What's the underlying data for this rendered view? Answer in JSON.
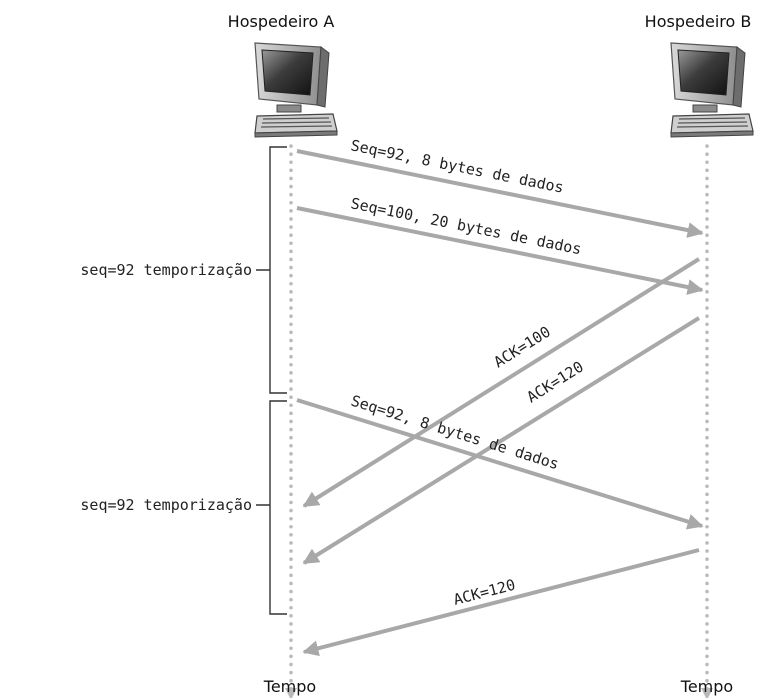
{
  "hosts": {
    "a": {
      "label": "Hospedeiro A",
      "icon": "computer-icon"
    },
    "b": {
      "label": "Hospedeiro B",
      "icon": "computer-icon"
    }
  },
  "time_labels": {
    "a": "Tempo",
    "b": "Tempo"
  },
  "timers": [
    {
      "label": "seq=92 temporização"
    },
    {
      "label": "seq=92 temporização"
    }
  ],
  "messages": [
    {
      "label": "Seq=92, 8 bytes de dados",
      "direction": "A-to-B"
    },
    {
      "label": "Seq=100, 20 bytes de dados",
      "direction": "A-to-B"
    },
    {
      "label": "ACK=100",
      "direction": "B-to-A"
    },
    {
      "label": "ACK=120",
      "direction": "B-to-A"
    },
    {
      "label": "Seq=92, 8 bytes de dados",
      "direction": "A-to-B"
    },
    {
      "label": "ACK=120",
      "direction": "B-to-A"
    }
  ],
  "colors": {
    "line": "#a8a8a8",
    "timeline": "#b9b9b9",
    "text": "#222222"
  }
}
